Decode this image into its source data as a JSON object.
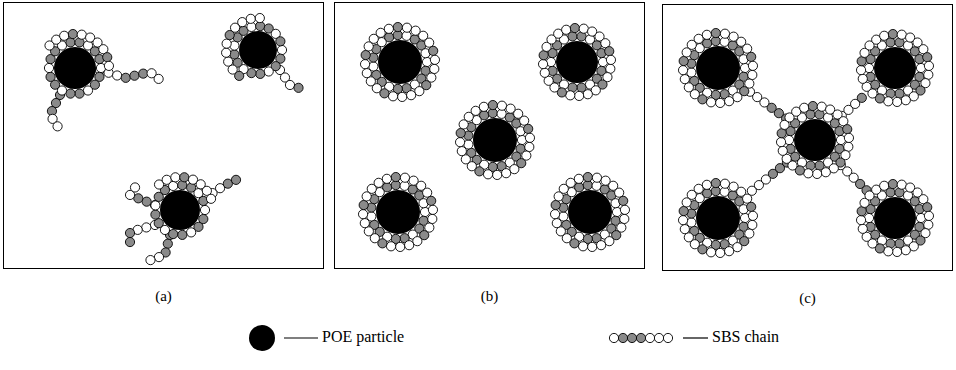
{
  "diagram": {
    "nodes": [
      {
        "text": [
          "(a)"
        ]
      },
      {
        "text": [
          "(b)"
        ]
      },
      {
        "text": [
          "(c)"
        ]
      }
    ],
    "legend": [
      {
        "text": "POE particle"
      },
      {
        "text": "SBS chain"
      }
    ]
  }
}
